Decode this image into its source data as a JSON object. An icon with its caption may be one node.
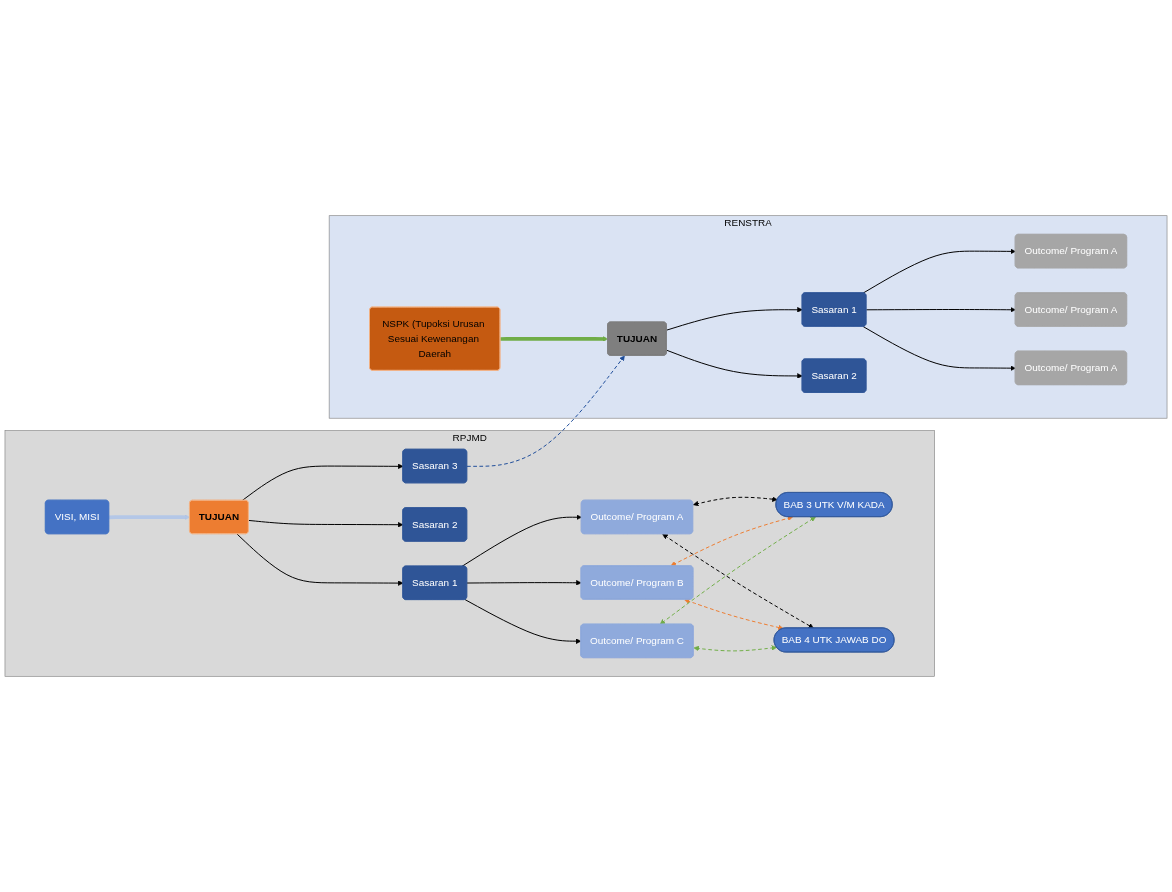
{
  "diagram": {
    "nodes": [
      {
        "text": [
          "RPJMD"
        ]
      },
      {
        "text": [
          "VISI, MISI"
        ],
        "in": 0
      },
      {
        "text": [
          "TUJUAN"
        ],
        "in": 0
      },
      {
        "text": [
          "Sasaran 1"
        ],
        "in": 0
      },
      {
        "text": [
          "Outcome/ Program A"
        ],
        "in": 0
      },
      {
        "text": [
          "Outcome/ Program B"
        ],
        "in": 0
      },
      {
        "text": [
          "Outcome/ Program C"
        ],
        "in": 0
      },
      {
        "text": [
          "BAB 3 UTK V/M KADA"
        ],
        "in": 0
      },
      {
        "text": [
          "BAB 4 UTK JAWAB DO"
        ],
        "in": 0
      },
      {
        "text": [
          "Sasaran 2"
        ],
        "in": 0
      },
      {
        "text": [
          "Sasaran 3"
        ],
        "in": 0
      },
      {
        "text": [
          "RENSTRA"
        ]
      },
      {
        "text": [
          "TUJUAN"
        ],
        "in": 11
      },
      {
        "text": [
          "Sasaran 1"
        ],
        "in": 11
      },
      {
        "text": [
          "Sasaran 2"
        ],
        "in": 11
      },
      {
        "text": [
          "Outcome/ Program A"
        ],
        "in": 11
      },
      {
        "text": [
          "Outcome/ Program A"
        ],
        "in": 11
      },
      {
        "text": [
          "Outcome/ Program A"
        ],
        "in": 11
      },
      {
        "text": [
          "NSPK (Tupoksi Urusan Sesuai Kewenangan Daerah"
        ],
        "in": 11
      }
    ],
    "edges": [
      {
        "from": 1,
        "to": 2,
        "arrow": "to",
        "style": "thick",
        "color": "#b4c7e7"
      },
      {
        "from": 2,
        "to": 3,
        "arrow": "to"
      },
      {
        "from": 2,
        "to": 9,
        "arrow": "to"
      },
      {
        "from": 2,
        "to": 10,
        "arrow": "to"
      },
      {
        "from": 3,
        "to": 4,
        "arrow": "to"
      },
      {
        "from": 3,
        "to": 5,
        "arrow": "to"
      },
      {
        "from": 3,
        "to": 6,
        "arrow": "to"
      },
      {
        "from": 4,
        "to": 7,
        "arrow": "both",
        "style": "dashed"
      },
      {
        "from": 4,
        "to": 8,
        "arrow": "both",
        "style": "dashed"
      },
      {
        "from": 5,
        "to": 7,
        "arrow": "both",
        "style": "dashed",
        "color": "#ed7d31"
      },
      {
        "from": 5,
        "to": 8,
        "arrow": "both",
        "style": "dashed",
        "color": "#ed7d31"
      },
      {
        "from": 6,
        "to": 7,
        "arrow": "both",
        "style": "dashed",
        "color": "#70ad47"
      },
      {
        "from": 6,
        "to": 8,
        "arrow": "both",
        "style": "dashed",
        "color": "#70ad47"
      },
      {
        "from": 10,
        "to": 12,
        "arrow": "to",
        "style": "dashed",
        "color": "#1f4e9a"
      },
      {
        "from": 12,
        "to": 13,
        "arrow": "to"
      },
      {
        "from": 12,
        "to": 14,
        "arrow": "to"
      },
      {
        "from": 13,
        "to": 15,
        "arrow": "to"
      },
      {
        "from": 13,
        "to": 16,
        "arrow": "to"
      },
      {
        "from": 13,
        "to": 17,
        "arrow": "to"
      },
      {
        "from": 18,
        "to": 12,
        "arrow": "to",
        "style": "thick",
        "color": "#70ad47"
      }
    ]
  }
}
